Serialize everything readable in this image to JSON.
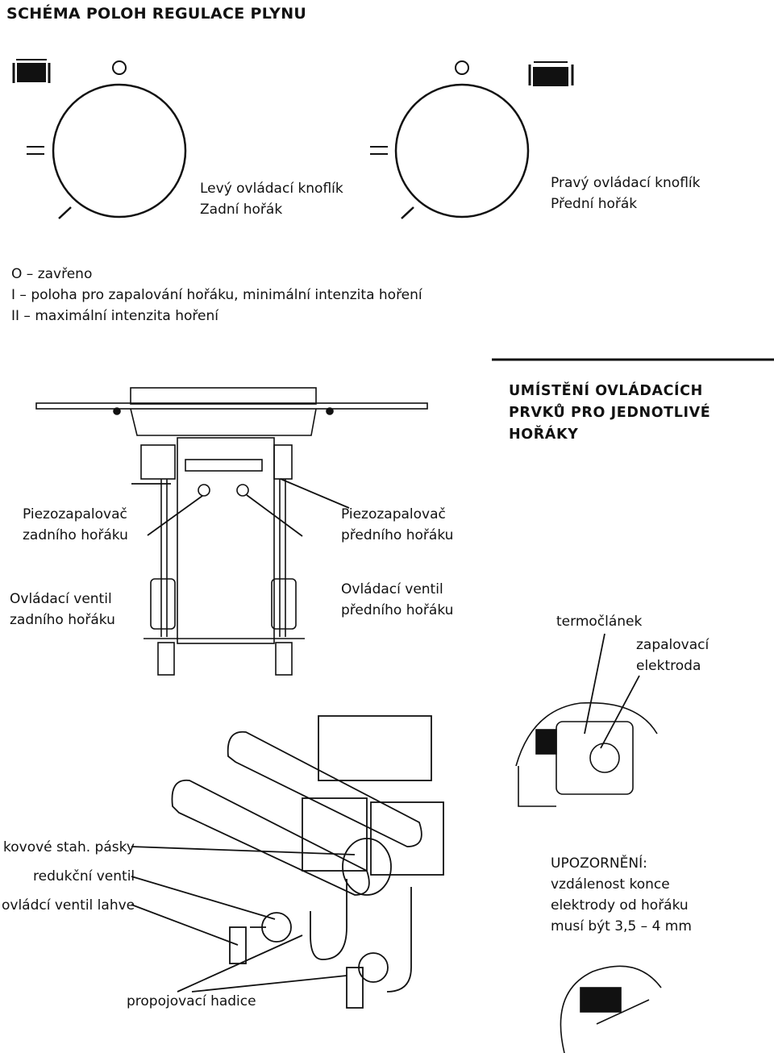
{
  "title": "SCHÉMA POLOH REGULACE PLYNU",
  "knobs": {
    "left": {
      "line1": "Levý ovládací knoflík",
      "line2": "Zadní hořák"
    },
    "right": {
      "line1": "Pravý ovládací knoflík",
      "line2": "Přední hořák"
    }
  },
  "legend": [
    "O – zavřeno",
    "I – poloha pro zapalování hořáku, minimální intenzita hoření",
    "II – maximální intenzita hoření"
  ],
  "section_heading": [
    "UMÍSTĚNÍ OVLÁDACÍCH",
    "PRVKŮ PRO JEDNOTLIVÉ",
    "HOŘÁKY"
  ],
  "labels": {
    "piezo_rear": [
      "Piezozapalovač",
      "zadního hořáku"
    ],
    "piezo_front": [
      "Piezozapalovač",
      "předního hořáku"
    ],
    "valve_rear": [
      "Ovládací ventil",
      "zadního hořáku"
    ],
    "valve_front": [
      "Ovládací ventil",
      "předního hořáku"
    ],
    "thermocouple": "termočlánek",
    "electrode": [
      "zapalovací",
      "elektroda"
    ],
    "metal_straps": "kovové stah. pásky",
    "reducer": "redukční ventil",
    "bottle_valve": "ovládcí ventil lahve",
    "hose": "propojovací hadice"
  },
  "warning": [
    "UPOZORNĚNÍ:",
    "vzdálenost konce",
    "elektrody od hořáku",
    "musí být 3,5 – 4 mm"
  ]
}
